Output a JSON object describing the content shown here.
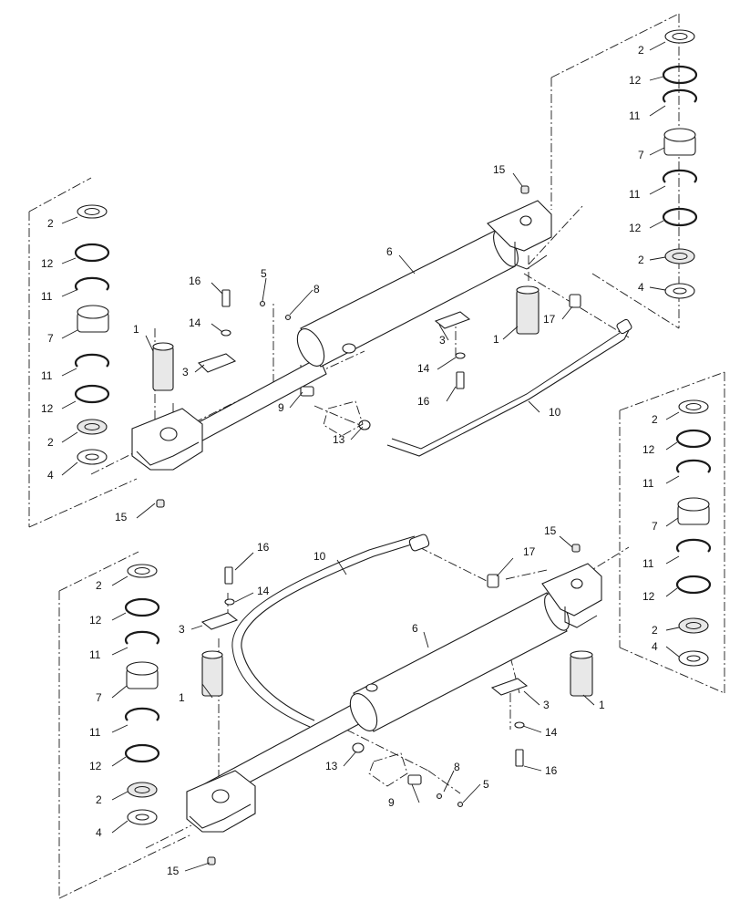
{
  "callouts": {
    "c1": "1",
    "c2": "2",
    "c3": "3",
    "c4": "4",
    "c5": "5",
    "c6": "6",
    "c7": "7",
    "c8": "8",
    "c9": "9",
    "c10": "10",
    "c11": "11",
    "c12": "12",
    "c13": "13",
    "c14": "14",
    "c15": "15",
    "c16": "16",
    "c17": "17"
  },
  "colors": {
    "ink": "#1a1a1a",
    "fill": "#ffffff",
    "shade": "#e8e8e8"
  }
}
